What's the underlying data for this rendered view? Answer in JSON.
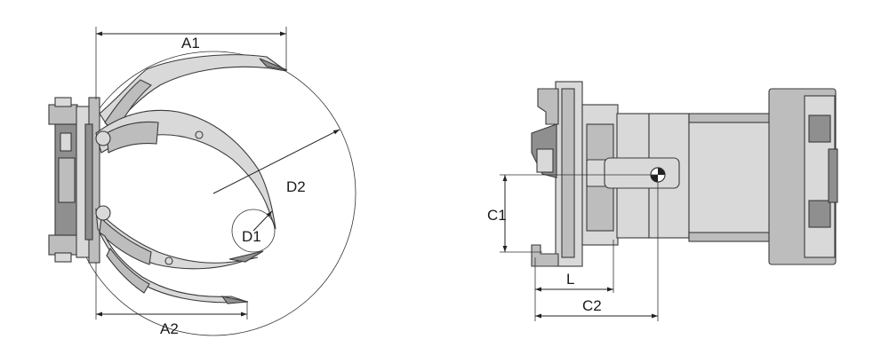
{
  "colors": {
    "background": "#ffffff",
    "metal_light": "#d9d9d9",
    "metal_mid": "#bdbdbd",
    "metal_dark": "#8f8f8f",
    "line": "#222222"
  },
  "left_view": {
    "labels": {
      "a1": "A1",
      "a2": "A2",
      "d1": "D1",
      "d2": "D2"
    }
  },
  "right_view": {
    "labels": {
      "c1": "C1",
      "c2": "C2",
      "l": "L"
    }
  }
}
